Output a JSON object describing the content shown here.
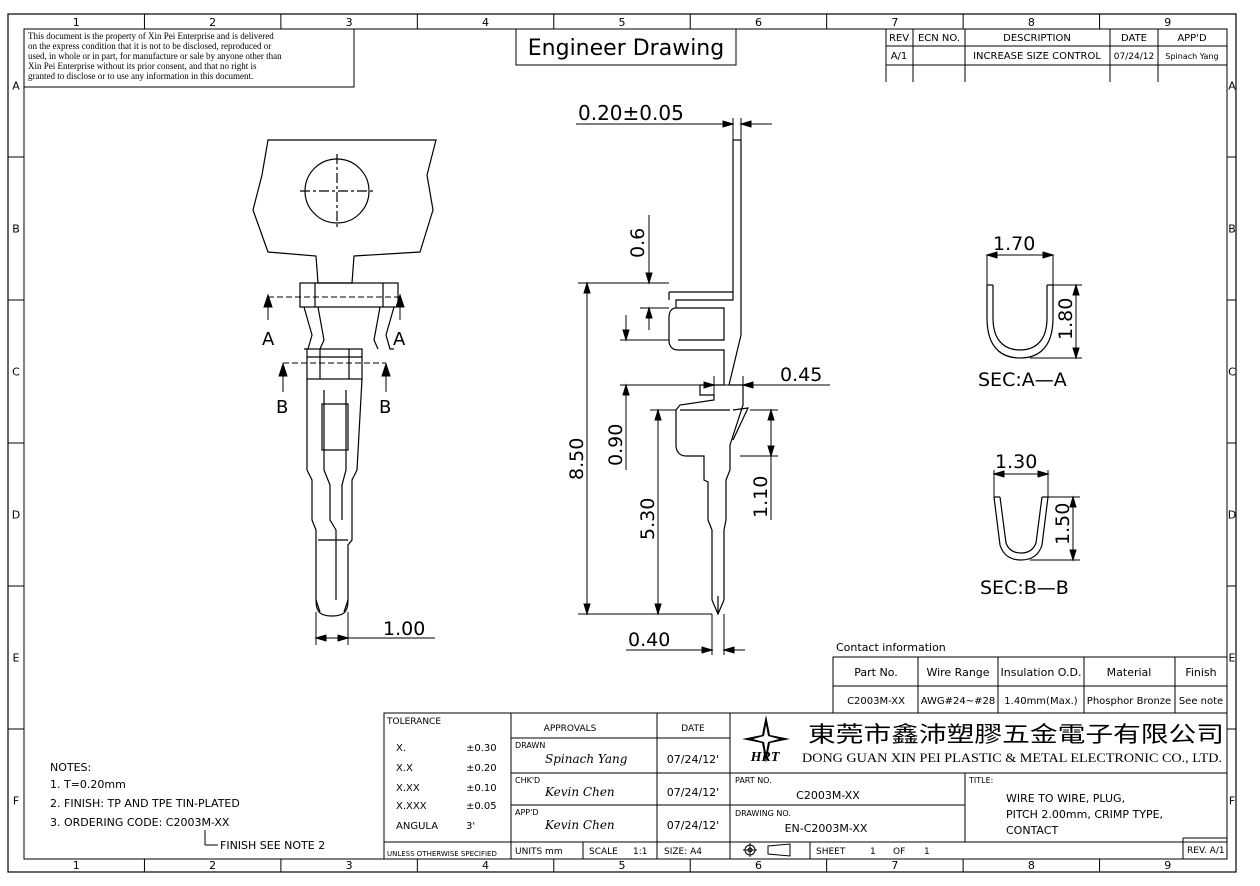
{
  "title": "Engineer Drawing",
  "disclaimer": [
    "This document is the property of Xin Pei Enterprise and is delivered",
    "on the express condition that it is not to be disclosed, reproduced or",
    "used, in whole or in part, for manufacture or sale by anyone other than",
    "Xin Pei Enterprise without its prior consent, and that no right is",
    "granted to disclose or to use any information in this document."
  ],
  "grid": {
    "cols": [
      "1",
      "2",
      "3",
      "4",
      "5",
      "6",
      "7",
      "8",
      "9"
    ],
    "rows": [
      "A",
      "B",
      "C",
      "D",
      "E",
      "F"
    ]
  },
  "revision": {
    "headers": {
      "rev": "REV",
      "ecn": "ECN NO.",
      "desc": "DESCRIPTION",
      "date": "DATE",
      "appd": "APP'D"
    },
    "row": {
      "rev": "A/1",
      "ecn": "",
      "desc": "INCREASE SIZE CONTROL",
      "date": "07/24/12",
      "appd": "Spinach Yang"
    }
  },
  "dimensions": {
    "thickness": "0.20±0.05",
    "d06": "0.6",
    "d850": "8.50",
    "d090": "0.90",
    "d045": "0.45",
    "d110": "1.10",
    "d530": "5.30",
    "d040": "0.40",
    "d100": "1.00"
  },
  "sections": {
    "aa": {
      "width": "1.70",
      "height": "1.80",
      "label": "SEC:A—A"
    },
    "bb": {
      "width": "1.30",
      "height": "1.50",
      "label": "SEC:B—B"
    },
    "markA": "A",
    "markB": "B"
  },
  "contact": {
    "caption": "Contact information",
    "headers": [
      "Part No.",
      "Wire Range",
      "Insulation O.D.",
      "Material",
      "Finish"
    ],
    "row": [
      "C2003M-XX",
      "AWG#24~#28",
      "1.40mm(Max.)",
      "Phosphor Bronze",
      "See note"
    ]
  },
  "tolerance": {
    "label": "TOLERANCE",
    "rows": [
      [
        "X.",
        "±0.30"
      ],
      [
        "X.X",
        "±0.20"
      ],
      [
        "X.XX",
        "±0.10"
      ],
      [
        "X.XXX",
        "±0.05"
      ],
      [
        "ANGULA",
        "3'"
      ]
    ],
    "footer": "UNLESS OTHERWISE SPECIFIED"
  },
  "approvals": {
    "header": "APPROVALS",
    "date_header": "DATE",
    "rows": [
      {
        "role": "DRAWN",
        "name": "Spinach Yang",
        "date": "07/24/12'"
      },
      {
        "role": "CHK'D",
        "name": "Kevin Chen",
        "date": "07/24/12'"
      },
      {
        "role": "APP'D",
        "name": "Kevin Chen",
        "date": "07/24/12'"
      }
    ],
    "units": "UNITS mm",
    "scale_label": "SCALE",
    "scale": "1:1",
    "size": "SIZE: A4"
  },
  "company": {
    "logo": "HRT",
    "chinese": "東莞市鑫沛塑膠五金電子有限公司",
    "english": "DONG GUAN XIN PEI PLASTIC & METAL ELECTRONIC CO., LTD."
  },
  "part": {
    "label": "PART NO.",
    "value": "C2003M-XX"
  },
  "drawing": {
    "label": "DRAWING NO.",
    "value": "EN-C2003M-XX"
  },
  "sheet": {
    "label": "SHEET",
    "num": "1",
    "of": "OF",
    "total": "1"
  },
  "titleblock": {
    "label": "TITLE:",
    "lines": [
      "WIRE TO WIRE, PLUG,",
      "PITCH 2.00mm, CRIMP TYPE,",
      "CONTACT"
    ]
  },
  "rev_box": "REV. A/1",
  "notes": {
    "header": "NOTES:",
    "items": [
      "1. T=0.20mm",
      "2. FINISH: TP AND TPE TIN-PLATED",
      "3. ORDERING CODE: C2003M-XX"
    ],
    "callout": "FINISH SEE NOTE 2"
  }
}
